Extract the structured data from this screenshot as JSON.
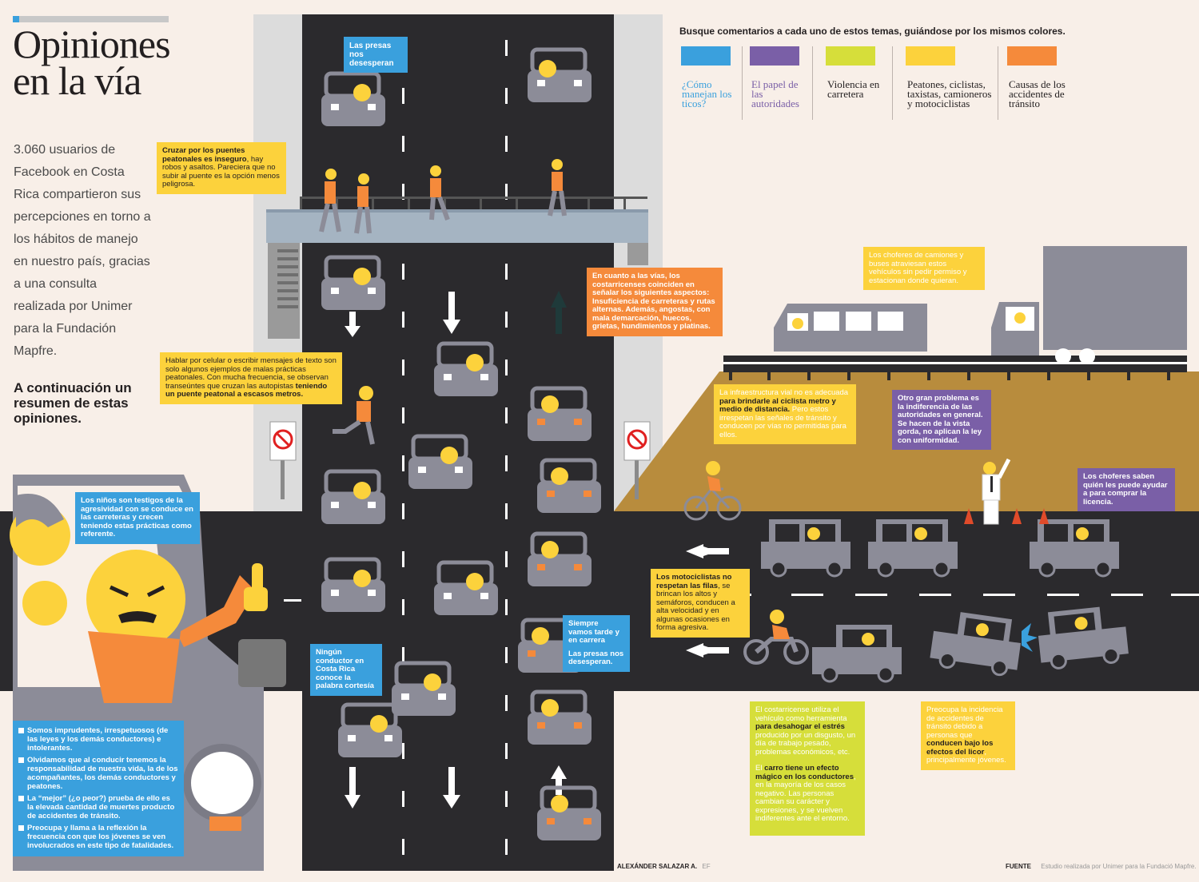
{
  "header": {
    "title_line1": "Opiniones",
    "title_line2": "en la vía",
    "intro": "3.060 usuarios de Facebook en Costa Rica compartieron sus percepciones en torno a los hábitos de manejo en nuestro país, gracias a una consulta realizada por Unimer para la Fundación Mapfre.",
    "summary": "A continuación un resumen de estas opiniones."
  },
  "legend": {
    "heading": "Busque comentarios a cada uno de estos temas, guiándose por los mismos colores.",
    "items": [
      {
        "label": "¿Cómo manejan los ticos?",
        "color": "#3aa0dd"
      },
      {
        "label": "El papel de las autoridades",
        "color": "#7a5fa7"
      },
      {
        "label": "Violencia en carretera",
        "color": "#d6de3a"
      },
      {
        "label": "Peatones, ciclistas, taxistas, camioneros y motociclistas",
        "color": "#fcd23c"
      },
      {
        "label": "Causas de los accidentes de tránsito",
        "color": "#f58a3b"
      }
    ]
  },
  "bubbles": {
    "presas_top": "Las presas nos desesperan",
    "puentes_bold": "Cruzar por los puentes peatonales es inseguro",
    "puentes_rest": ", hay robos y asaltos. Pareciera que no subir al puente es la opción menos peligrosa.",
    "celular_a": "Hablar por celular o escribir mensajes de texto son solo algunos ejemplos de malas prácticas peatonales. Con mucha frecuencia, se observan transeúntes que cruzan las autopistas ",
    "celular_b": "teniendo un puente peatonal a escasos metros.",
    "vias_a": "En cuanto a las vías, los costarricenses coinciden en señalar los siguientes aspectos: ",
    "vias_b": "Insuficiencia de carreteras y rutas alternas. Además, angostas, con mala demarcación, huecos, grietas, hundimientos y platinas.",
    "camiones": "Los choferes de camiones y buses atraviesan estos vehículos sin pedir permiso y estacionan donde quieran.",
    "infra_a": "La infraestructura vial no es adecuada ",
    "infra_b": "para brindarle al ciclista metro y medio de distancia.",
    "infra_c": " Pero estos irrespetan las señales de tránsito y conducen por vías no permitidas para ellos.",
    "autoridades": "Otro gran problema es la indiferencia de las autoridades en general. Se hacen de la vista gorda, no aplican la ley con uniformidad.",
    "licencia": "Los choferes saben quién les puede ayudar a para comprar la licencia.",
    "ninos": "Los niños son testigos de la agresividad con se conduce en las carreteras y crecen teniendo estas prácticas como referente.",
    "moto_a": "Los motociclistas no respetan las filas",
    "moto_b": ", se brincan los altos y semáforos, conducen a alta velocidad y en algunas ocasiones en forma agresiva.",
    "tarde_1": "Siempre vamos tarde y en carrera",
    "tarde_2": "Las presas nos desesperan.",
    "cortesia": "Ningún conductor en Costa Rica conoce la palabra cortesía",
    "desahogar_a": "El costarricense utiliza el vehículo como herramienta ",
    "desahogar_b": "para desahogar el estrés",
    "desahogar_c": " producido por un disgusto, un día de trabajo pesado, problemas económicos, etc.",
    "magico_a": "El ",
    "magico_b": "carro tiene un efecto mágico en los conductores",
    "magico_c": ", en la mayoría de los casos negativo. Las personas cambian su carácter y expresiones, y se vuelven indiferentes ante el entorno.",
    "licor_a": "Preocupa la incidencia de accidentes de tránsito debido a personas que ",
    "licor_b": "conducen bajo los efectos del licor",
    "licor_c": ", principalmente jóvenes."
  },
  "bottom_list": [
    "Somos imprudentes, irrespetuosos (de las leyes y los demás conductores) e intolerantes.",
    "Olvidamos que al conducir tenemos la responsabilidad de nuestra vida, la de los acompañantes, los demás conductores y peatones.",
    "La “mejor” (¿o peor?) prueba de ello es la elevada cantidad de muertes producto de accidentes de tránsito.",
    "Preocupa y llama a la reflexión la frecuencia con que los jóvenes se ven involucrados en este tipo de fatalidades."
  ],
  "credits": {
    "author": "ALEXÁNDER SALAZAR A.",
    "author_tag": "EF",
    "source_label": "FUENTE",
    "source_text": "Estudio realizada por Unimer para la Fundació Mapfre."
  }
}
